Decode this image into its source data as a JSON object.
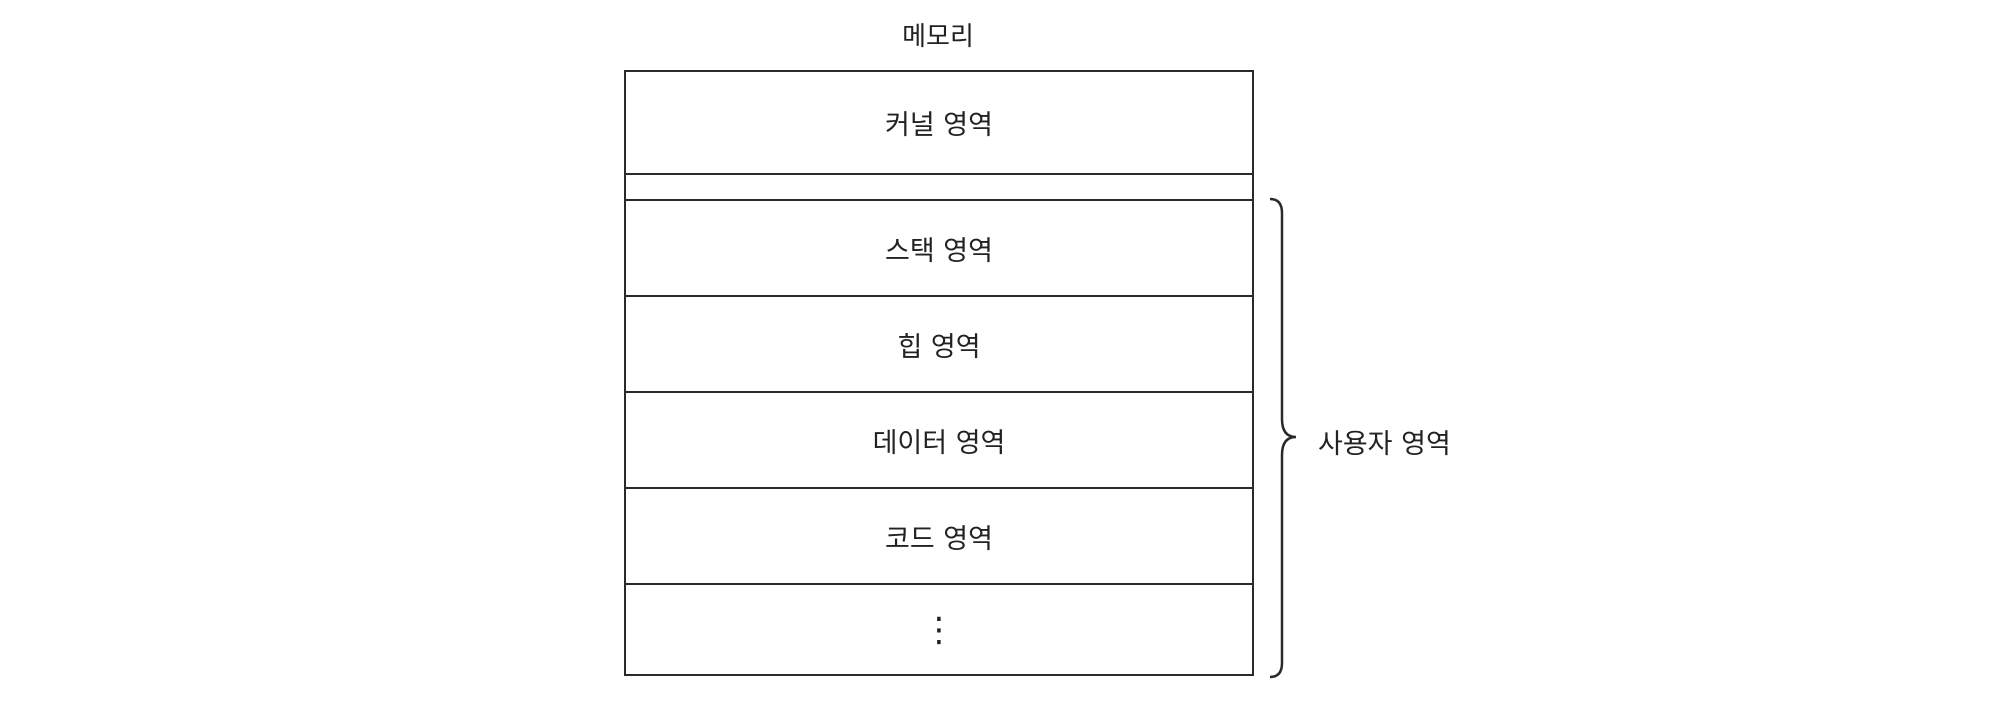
{
  "title": "메모리",
  "regions": [
    {
      "label": "커널 영역"
    },
    {
      "label": ""
    },
    {
      "label": "스택 영역"
    },
    {
      "label": "힙 영역"
    },
    {
      "label": "데이터 영역"
    },
    {
      "label": "코드 영역"
    }
  ],
  "continuation": "⋮",
  "brace_label": "사용자 영역"
}
